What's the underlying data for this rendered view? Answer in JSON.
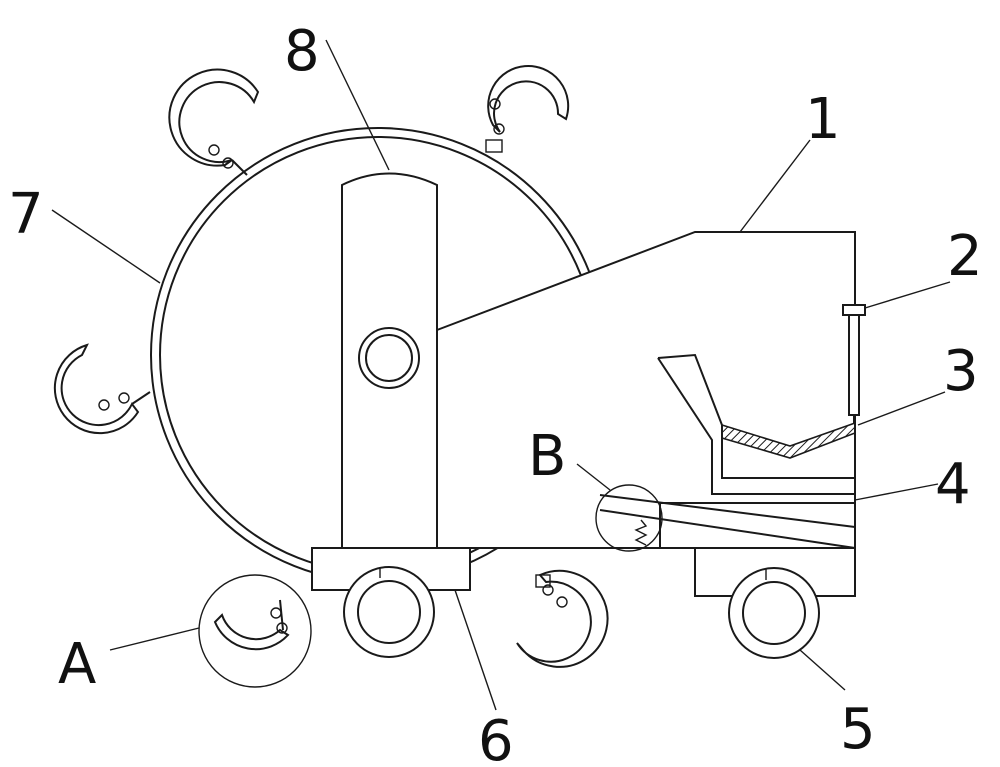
{
  "labels": {
    "part_1": "1",
    "part_2": "2",
    "part_3": "3",
    "part_4": "4",
    "part_5": "5",
    "part_6": "6",
    "part_7": "7",
    "part_8": "8",
    "detail_a": "A",
    "detail_b": "B"
  },
  "colors": {
    "line": "#1a1a1a",
    "background": "#ffffff"
  }
}
